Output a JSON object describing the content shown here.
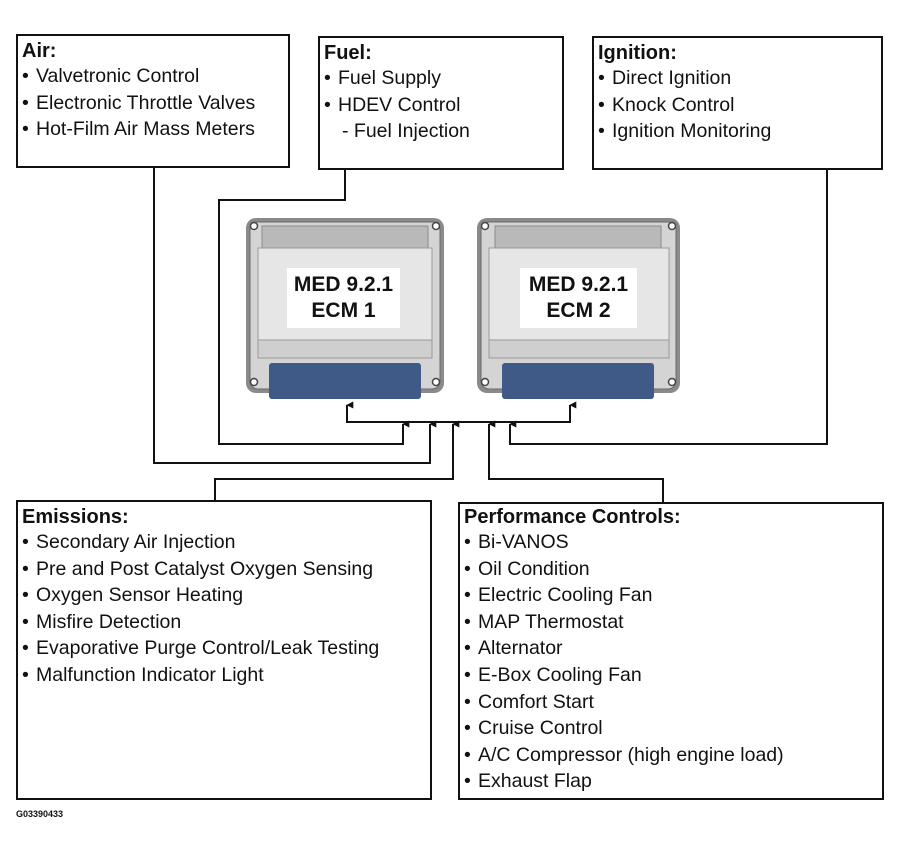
{
  "air": {
    "title": "Air:",
    "items": [
      "Valvetronic Control",
      "Electronic Throttle Valves",
      "Hot-Film Air Mass Meters"
    ]
  },
  "fuel": {
    "title": "Fuel:",
    "items": [
      "Fuel Supply",
      "HDEV Control"
    ],
    "sub_item": "- Fuel Injection"
  },
  "ignition": {
    "title": "Ignition:",
    "items": [
      "Direct Ignition",
      "Knock Control",
      "Ignition Monitoring"
    ]
  },
  "ecm1": {
    "line1": "MED 9.2.1",
    "line2": "ECM 1"
  },
  "ecm2": {
    "line1": "MED 9.2.1",
    "line2": "ECM 2"
  },
  "emissions": {
    "title": "Emissions:",
    "items": [
      "Secondary Air Injection",
      "Pre and Post Catalyst Oxygen Sensing",
      "Oxygen Sensor Heating",
      "Misfire Detection",
      "Evaporative Purge Control/Leak Testing",
      "Malfunction Indicator Light"
    ]
  },
  "performance": {
    "title": "Performance Controls:",
    "items": [
      "Bi-VANOS",
      "Oil Condition",
      "Electric Cooling Fan",
      "MAP Thermostat",
      "Alternator",
      "E-Box Cooling Fan",
      "Comfort Start",
      "Cruise Control",
      "A/C Compressor (high engine load)",
      "Exhaust Flap"
    ]
  },
  "figure_id": "G03390433",
  "colors": {
    "ecm_body": "#d9d9d9",
    "ecm_border": "#6b6b6b",
    "ecm_connector": "#3f5a86",
    "line": "#111111"
  },
  "bullet": "•"
}
